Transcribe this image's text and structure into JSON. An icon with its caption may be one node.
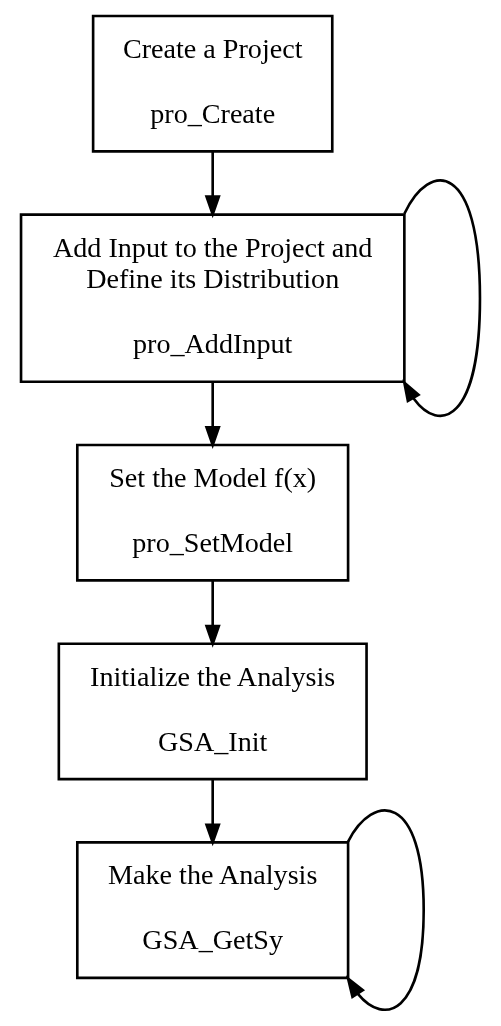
{
  "diagram": {
    "nodes": [
      {
        "text": [
          "Create a Project",
          "pro_Create"
        ]
      },
      {
        "text": [
          "Add Input to the Project and Define its Distribution",
          "pro_AddInput"
        ]
      },
      {
        "text": [
          "Set the Model f(x)",
          "pro_SetModel"
        ]
      },
      {
        "text": [
          "Initialize the Analysis",
          "GSA_Init"
        ]
      },
      {
        "text": [
          "Make the Analysis",
          "GSA_GetSy"
        ]
      }
    ],
    "edges": [
      {
        "from": 0,
        "to": 1,
        "arrow": "to"
      },
      {
        "from": 1,
        "to": 1,
        "arrow": "to"
      },
      {
        "from": 1,
        "to": 2,
        "arrow": "to"
      },
      {
        "from": 2,
        "to": 3,
        "arrow": "to"
      },
      {
        "from": 3,
        "to": 4,
        "arrow": "to"
      },
      {
        "from": 4,
        "to": 4,
        "arrow": "to"
      }
    ]
  }
}
